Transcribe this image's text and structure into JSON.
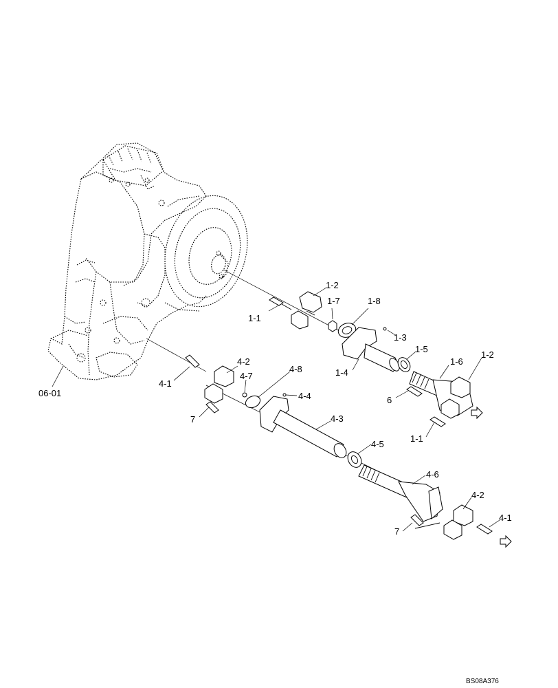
{
  "diagram": {
    "reference_code": "BS08A376",
    "labels": {
      "ref_0601": "06-01",
      "p1_1_upper": "1-1",
      "p1_2_upper": "1-2",
      "p1_7": "1-7",
      "p1_8": "1-8",
      "p1_3": "1-3",
      "p1_4": "1-4",
      "p1_5": "1-5",
      "p1_6": "1-6",
      "p1_2_lower": "1-2",
      "p6": "6",
      "p1_1_lower": "1-1",
      "p4_1_upper": "4-1",
      "p4_2_upper": "4-2",
      "p4_7": "4-7",
      "p4_8": "4-8",
      "p4_4": "4-4",
      "p7_upper": "7",
      "p4_3": "4-3",
      "p4_5": "4-5",
      "p4_6": "4-6",
      "p4_2_lower": "4-2",
      "p4_1_lower": "4-1",
      "p7_lower": "7"
    }
  }
}
